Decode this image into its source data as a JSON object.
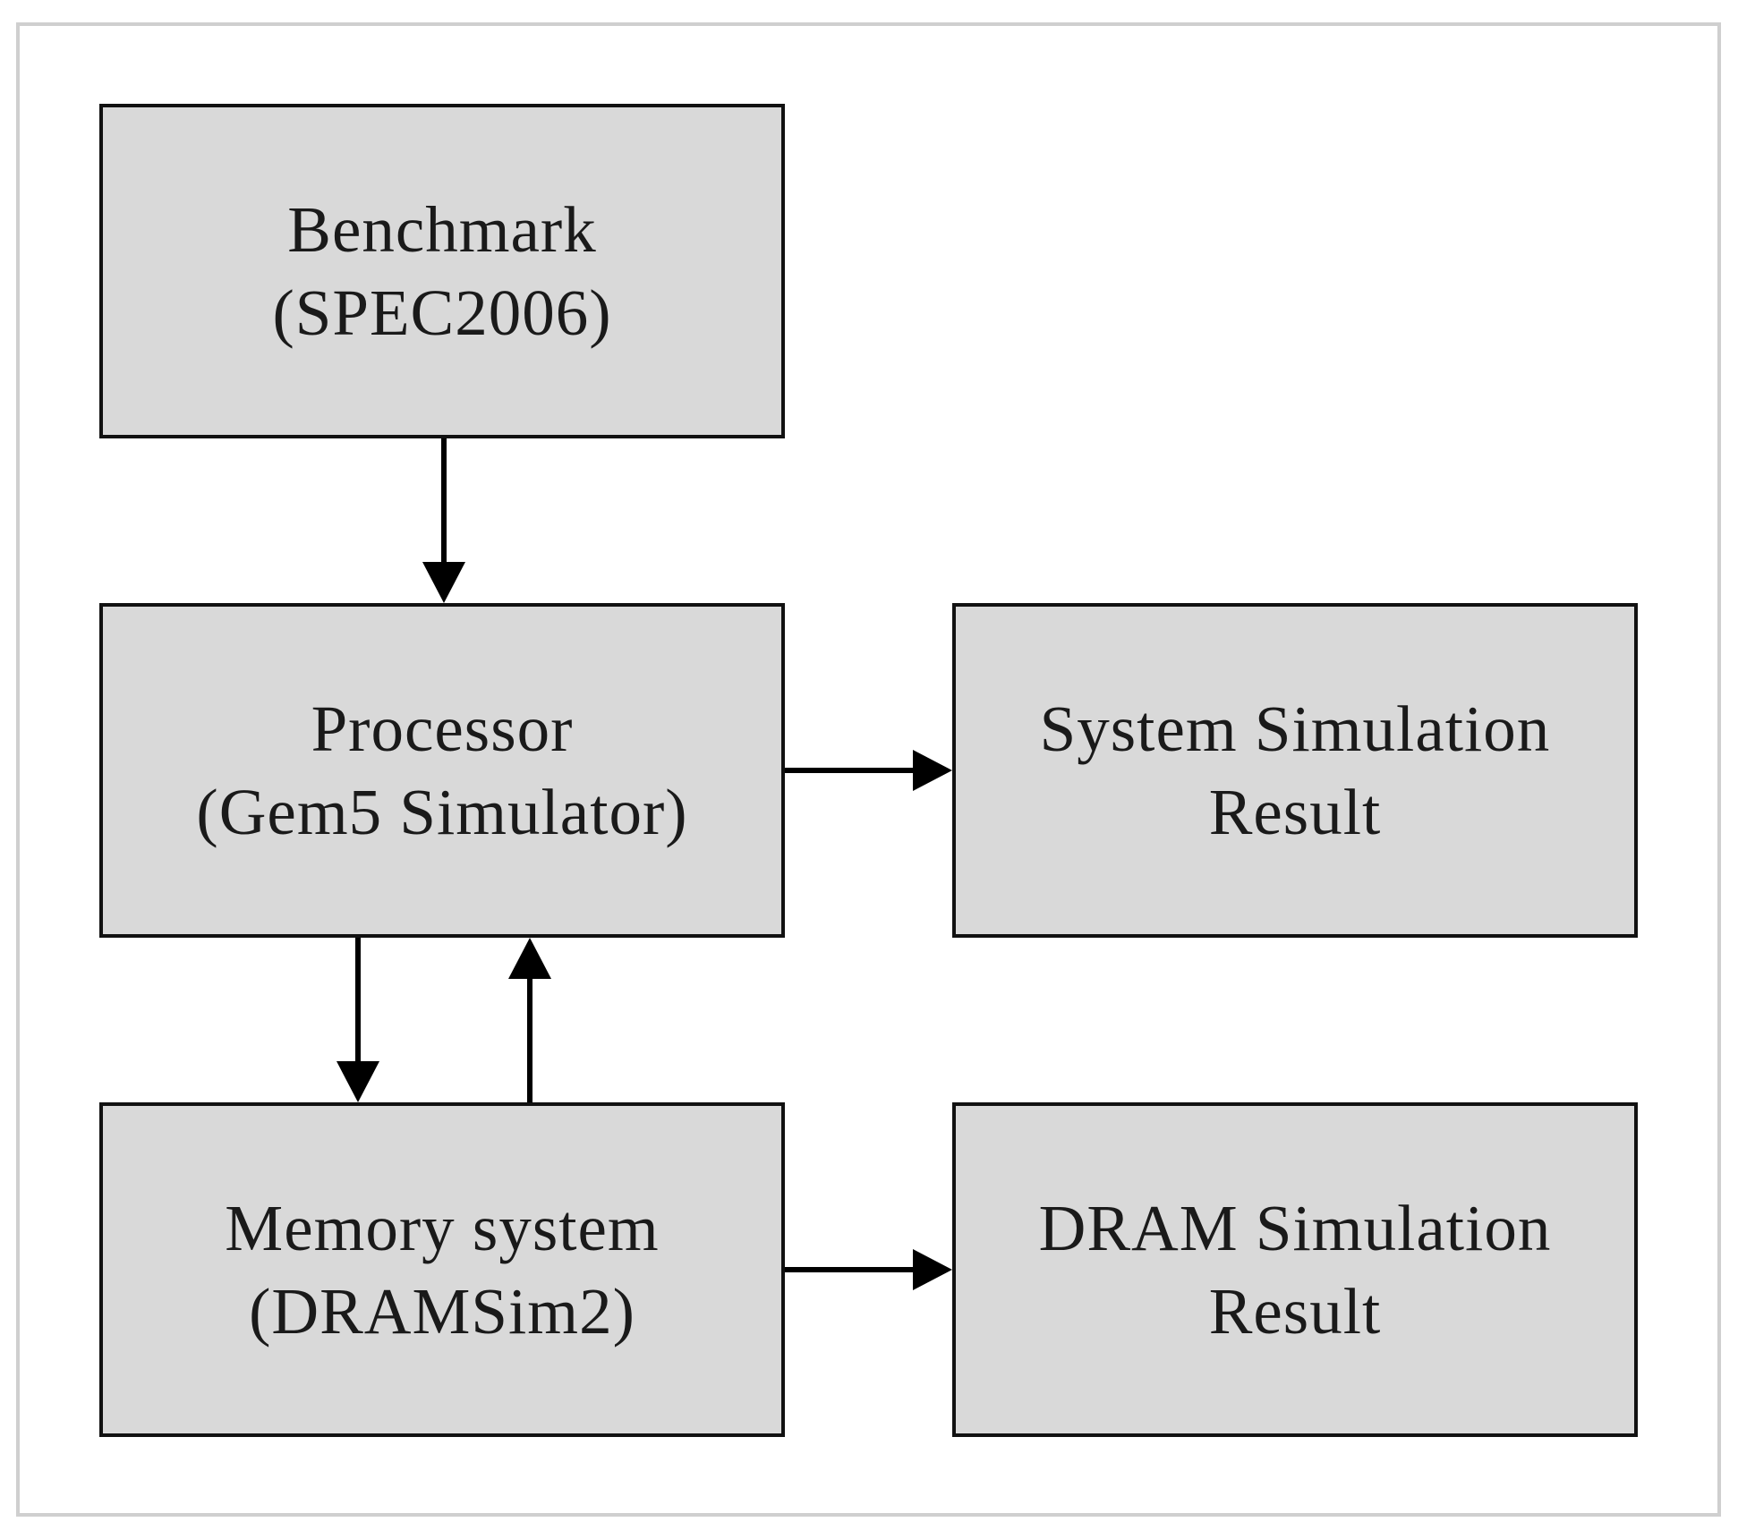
{
  "diagram": {
    "nodes": {
      "benchmark": {
        "line1": "Benchmark",
        "line2": "(SPEC2006)"
      },
      "processor": {
        "line1": "Processor",
        "line2": "(Gem5 Simulator)"
      },
      "memory": {
        "line1": "Memory system",
        "line2": "(DRAMSim2)"
      },
      "sysresult": {
        "line1": "System Simulation",
        "line2": "Result"
      },
      "dramresult": {
        "line1": "DRAM Simulation",
        "line2": "Result"
      }
    },
    "edges": [
      {
        "from": "benchmark",
        "to": "processor"
      },
      {
        "from": "processor",
        "to": "memory"
      },
      {
        "from": "memory",
        "to": "processor"
      },
      {
        "from": "processor",
        "to": "sysresult"
      },
      {
        "from": "memory",
        "to": "dramresult"
      }
    ],
    "colors": {
      "box_fill": "#d9d9d9",
      "box_stroke": "#111111",
      "arrow": "#000000",
      "frame": "#cfcfcf"
    }
  }
}
